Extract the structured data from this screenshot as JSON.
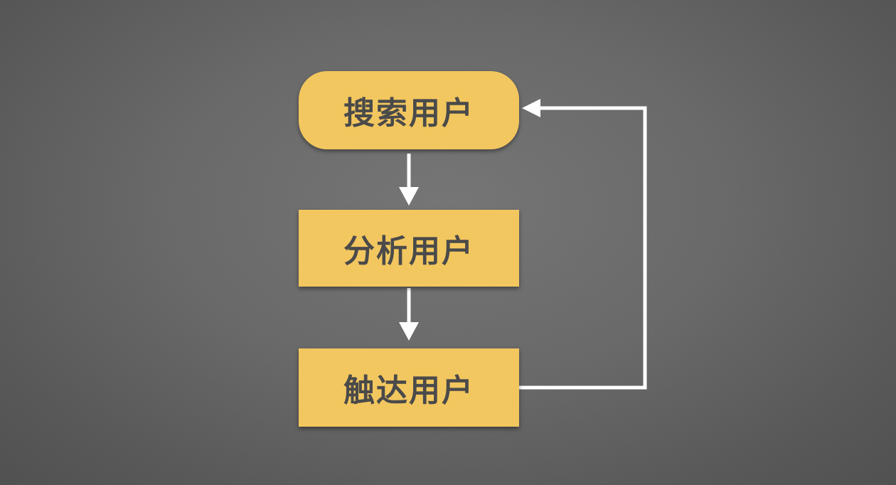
{
  "diagram": {
    "type": "flowchart",
    "style": {
      "node_fill": "#F3C75F",
      "node_text_color": "#4a4a4a",
      "arrow_color": "#FFFFFF",
      "background_center": "#747474",
      "background_edge": "#4e4e4e"
    },
    "nodes": [
      {
        "id": "search-users",
        "label": "搜索用户",
        "shape": "rounded-rect"
      },
      {
        "id": "analyze-users",
        "label": "分析用户",
        "shape": "rect"
      },
      {
        "id": "reach-users",
        "label": "触达用户",
        "shape": "rect"
      }
    ],
    "edges": [
      {
        "from": "search-users",
        "to": "analyze-users",
        "type": "straight-down-arrow"
      },
      {
        "from": "analyze-users",
        "to": "reach-users",
        "type": "straight-down-arrow"
      },
      {
        "from": "reach-users",
        "to": "search-users",
        "type": "feedback-loop-right"
      }
    ]
  }
}
